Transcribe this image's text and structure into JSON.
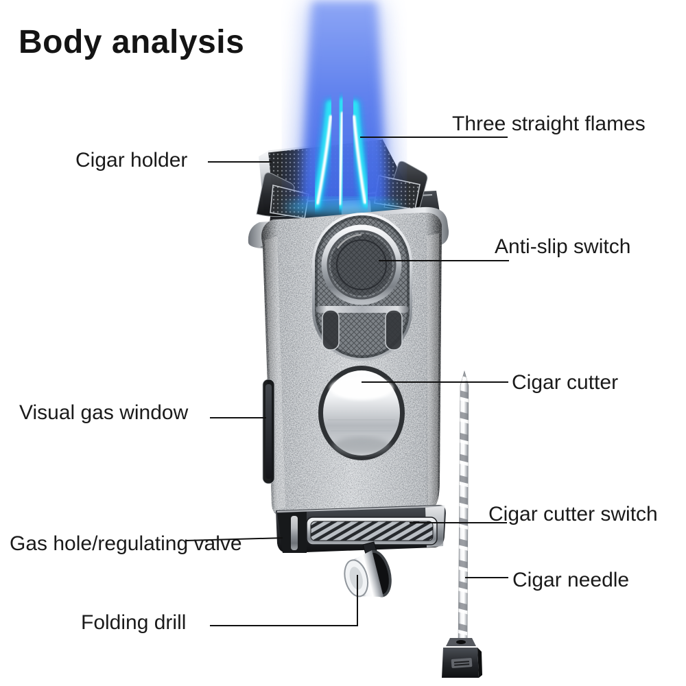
{
  "title": "Body analysis",
  "labels": [
    {
      "id": "cigar-holder",
      "text": "Cigar holder"
    },
    {
      "id": "three-straight-flames",
      "text": "Three straight flames"
    },
    {
      "id": "anti-slip-switch",
      "text": "Anti-slip switch"
    },
    {
      "id": "cigar-cutter",
      "text": "Cigar cutter"
    },
    {
      "id": "visual-gas-window",
      "text": "Visual gas window"
    },
    {
      "id": "cigar-cutter-switch",
      "text": "Cigar cutter switch"
    },
    {
      "id": "gas-hole-regulating-valve",
      "text": "Gas hole/regulating valve"
    },
    {
      "id": "cigar-needle",
      "text": "Cigar needle"
    },
    {
      "id": "folding-drill",
      "text": "Folding drill"
    }
  ],
  "illustration": {
    "subject": "triple-jet torch cigar lighter with cutter, folding drill and cigar needle",
    "flame_jet_count": 3
  },
  "colors": {
    "background": "#ffffff",
    "text": "#1a1a1a",
    "leader_line": "#101010",
    "flame_glow": "#5d7fee",
    "flame_jet": "#2ee0f6",
    "flame_core": "#ffffff",
    "body_metal": "#b4b8bd",
    "dark_metal": "#26282c"
  }
}
